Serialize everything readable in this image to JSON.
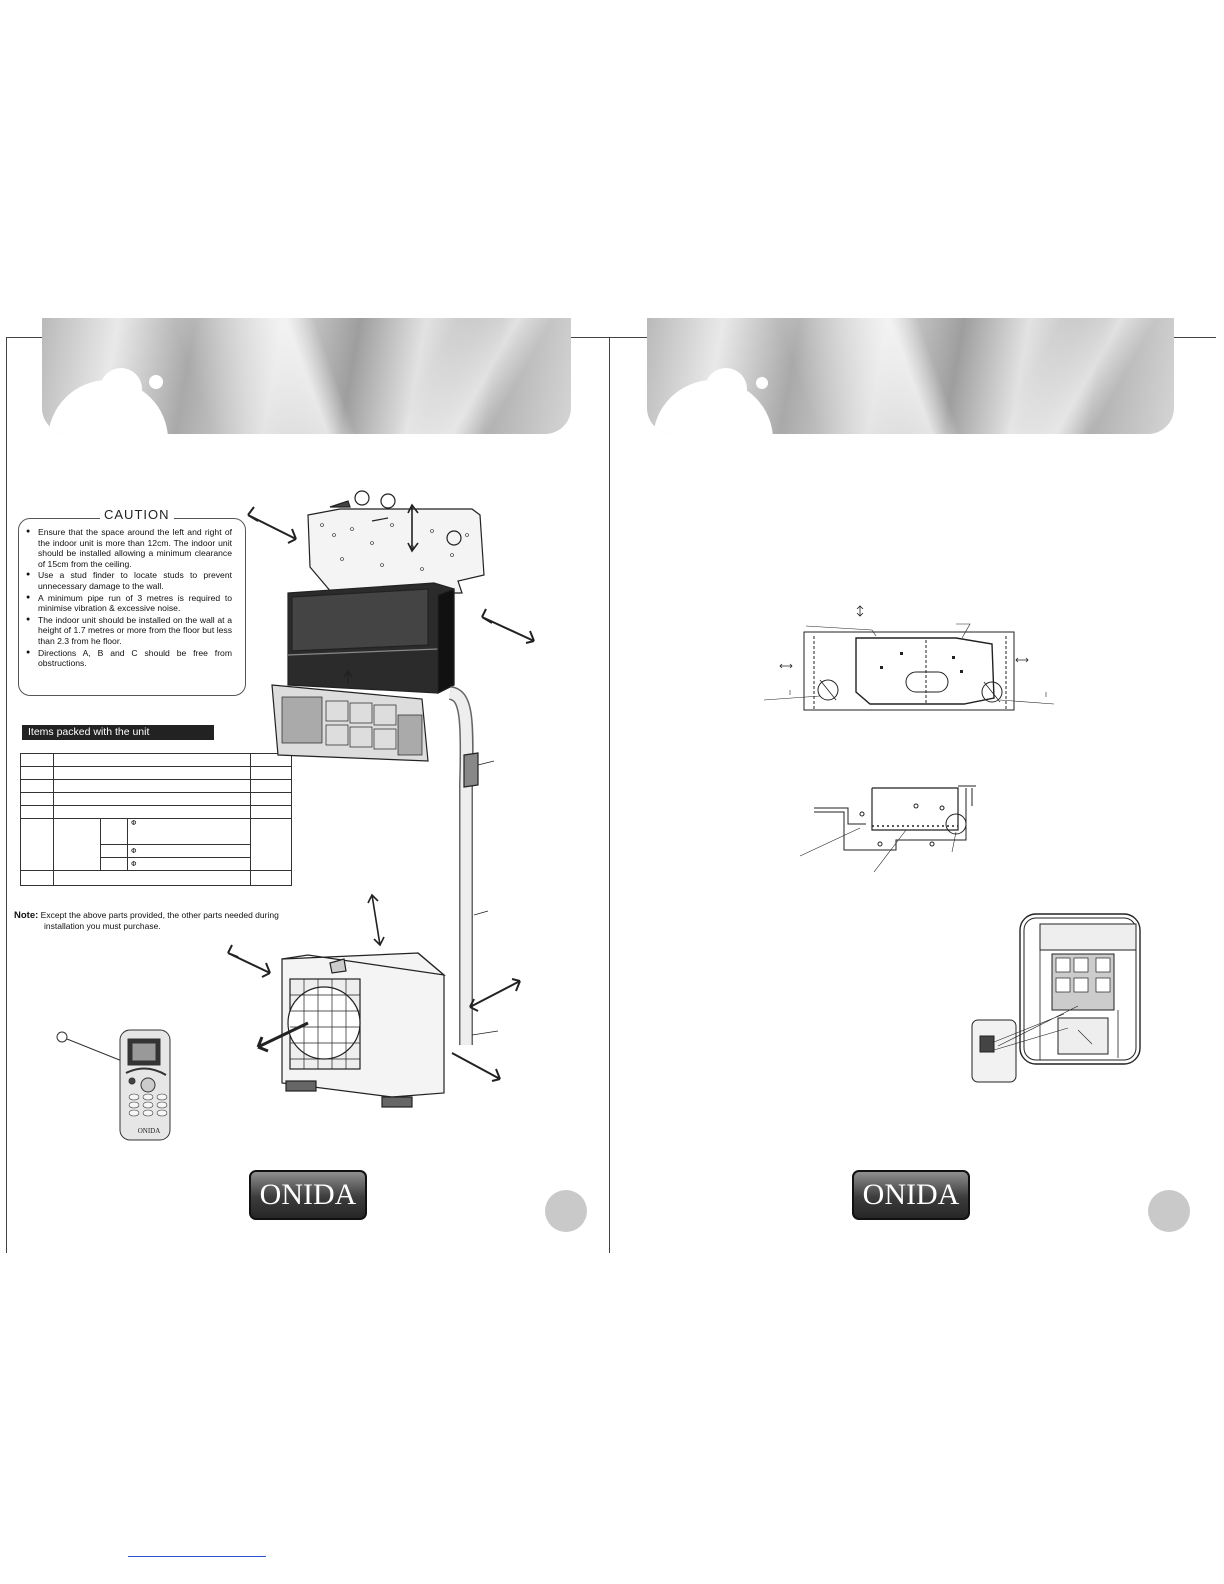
{
  "caution": {
    "title": "CAUTION",
    "items": [
      "Ensure that the space around the left and right of the indoor unit is more than 12cm. The indoor unit should be installed allowing a minimum clearance of 15cm from the ceiling.",
      "Use a stud finder to locate studs to prevent unnecessary damage to the wall.",
      "A minimum pipe run of 3 metres is required to minimise vibration & excessive noise.",
      "The indoor unit should be installed on the wall at a height of 1.7 metres or more from the floor but less than 2.3 from he floor.",
      "Directions A, B and C should be free from obstructions."
    ]
  },
  "items_packed": {
    "heading": "Items packed with the unit",
    "phi_symbol": "Φ"
  },
  "note": {
    "label": "Note:",
    "line1": "Except the above parts provided, the other parts  needed during",
    "line2": "installation  you must purchase."
  },
  "brand": {
    "left_logo": "ONIDA",
    "right_logo": "ONIDA",
    "remote_brand": "ONIDA"
  }
}
